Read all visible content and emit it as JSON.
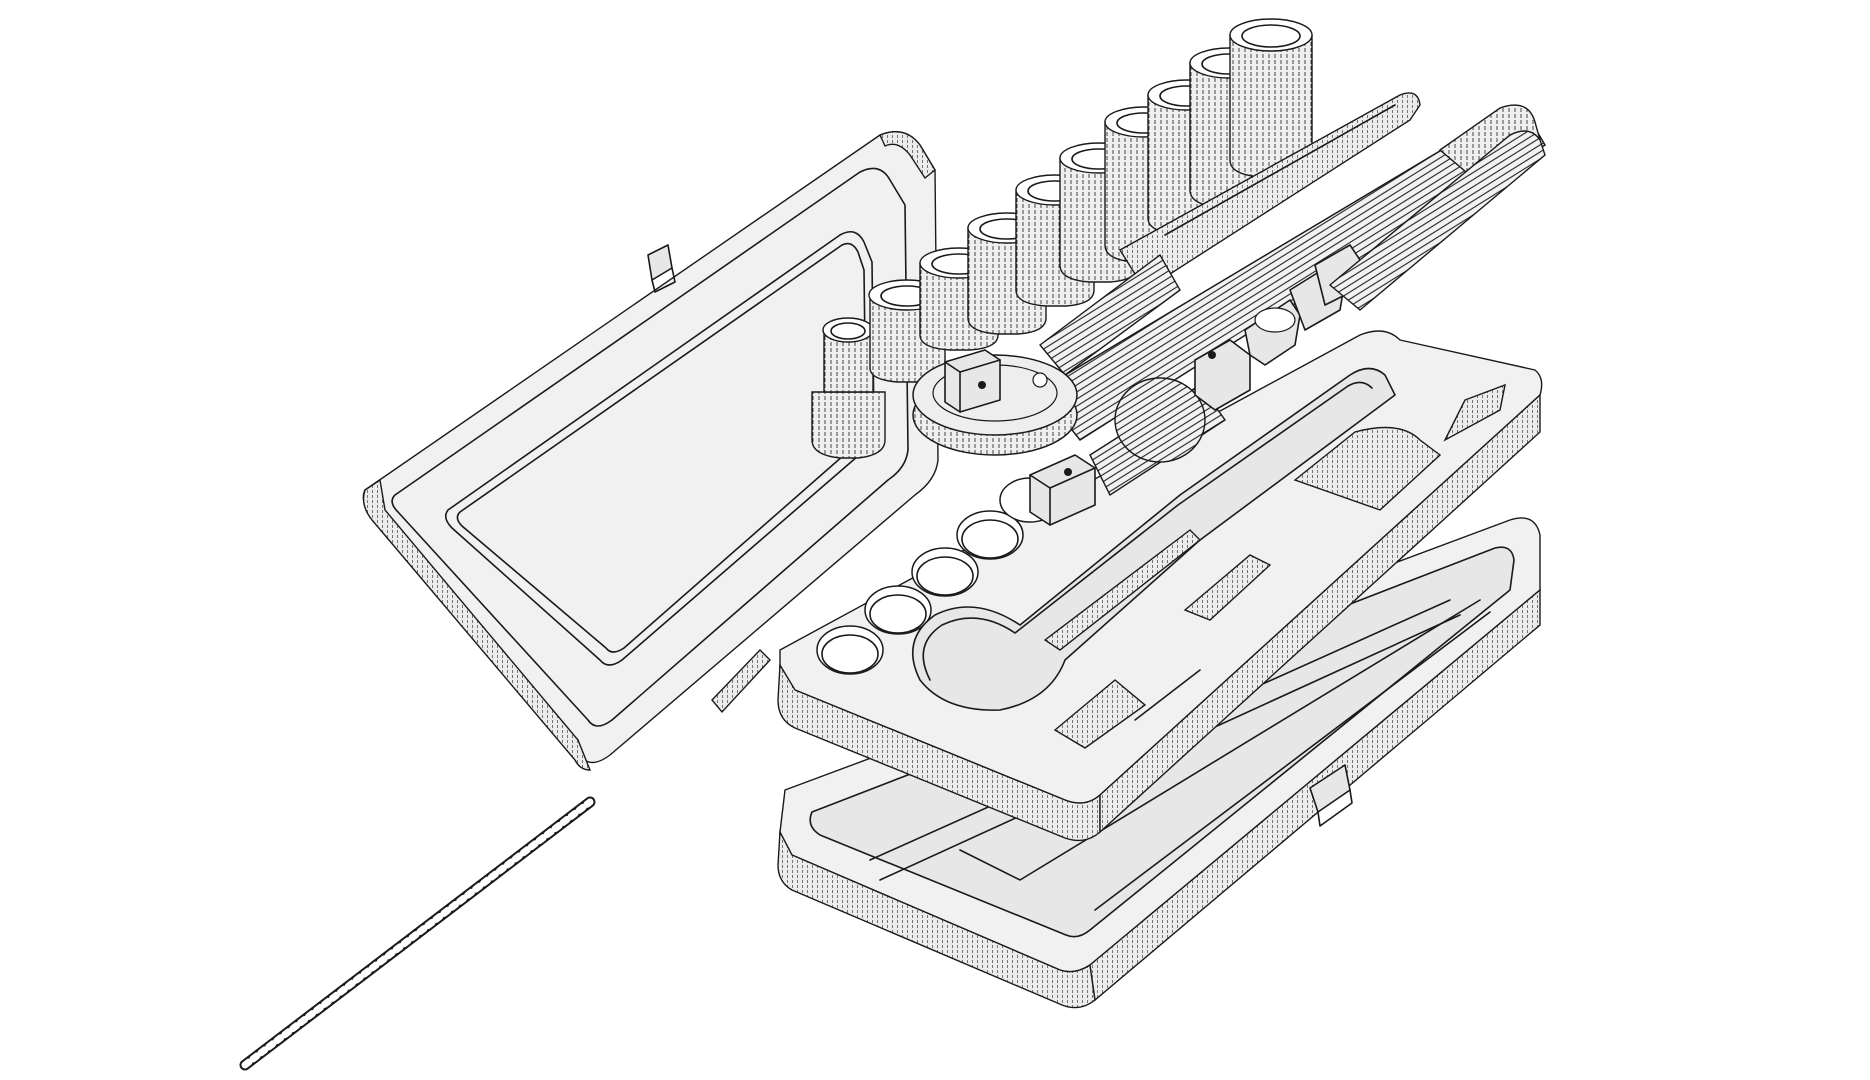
{
  "figure": {
    "type": "exploded isometric line drawing",
    "parts": [
      "lid",
      "sockets",
      "ratchet",
      "extension-bar",
      "universal-joint",
      "foam-tray",
      "base-tray",
      "hinge-pin"
    ],
    "socket_count": 10,
    "tray_round_pockets": 5,
    "colors": {
      "background": "#ffffff",
      "line": "#1a1a1a",
      "face": "#e7e7e7",
      "shade": "#d2d2d2"
    }
  }
}
